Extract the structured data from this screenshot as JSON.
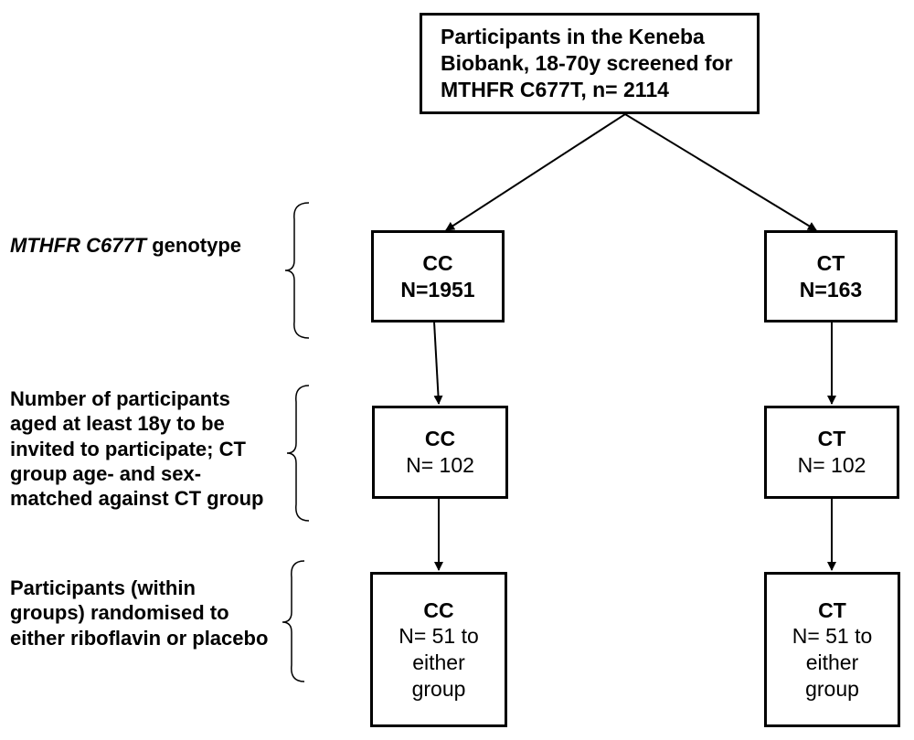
{
  "top": {
    "line1": "Participants in the Keneba",
    "line2": "Biobank, 18-70y screened for",
    "line3": "MTHFR C677T, n= 2114"
  },
  "labels": {
    "genotype_italic": "MTHFR C677T",
    "genotype_rest": " genotype",
    "invited": [
      "Number of participants",
      "aged at least 18y to be",
      "invited to participate; CT",
      "group age- and sex-",
      "matched against CT group"
    ],
    "randomised": [
      "Participants (within",
      "groups) randomised to",
      "either riboflavin or placebo"
    ]
  },
  "row1": {
    "cc": {
      "title": "CC",
      "count": "N=1951"
    },
    "ct": {
      "title": "CT",
      "count": "N=163"
    }
  },
  "row2": {
    "cc": {
      "title": "CC",
      "count": "N= 102"
    },
    "ct": {
      "title": "CT",
      "count": "N= 102"
    }
  },
  "row3": {
    "cc": {
      "title": "CC",
      "lines": [
        "N= 51 to",
        "either",
        "group"
      ]
    },
    "ct": {
      "title": "CT",
      "lines": [
        "N= 51 to",
        "either",
        "group"
      ]
    }
  }
}
